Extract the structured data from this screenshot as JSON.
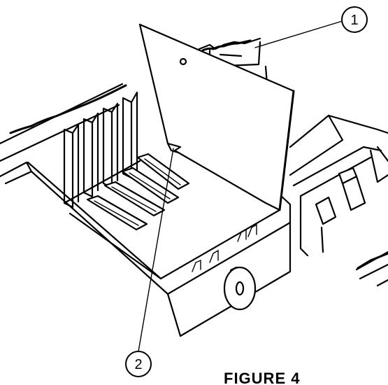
{
  "callouts": [
    {
      "label": "1"
    },
    {
      "label": "2"
    }
  ],
  "caption": "FIGURE 4"
}
